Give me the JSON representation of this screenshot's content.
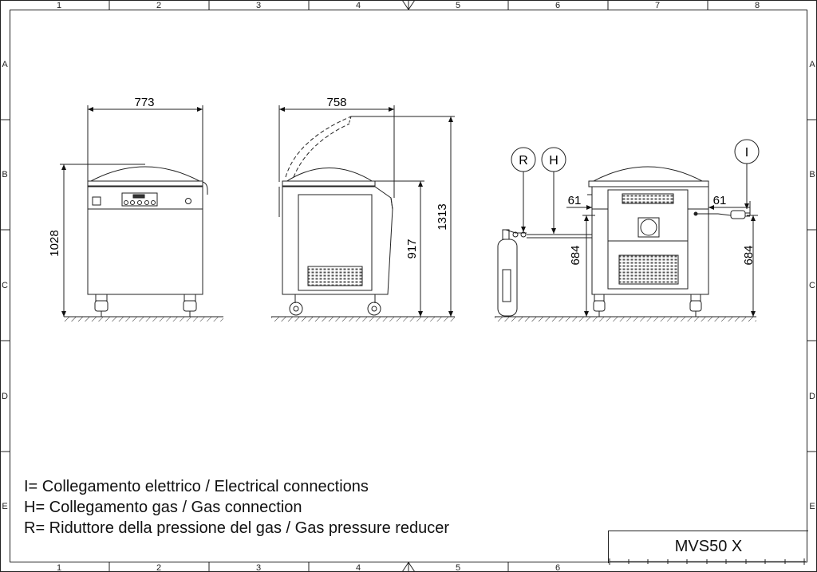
{
  "frame": {
    "columns": [
      "1",
      "2",
      "3",
      "4",
      "5",
      "6",
      "7",
      "8"
    ],
    "rows": [
      "A",
      "B",
      "C",
      "D",
      "E"
    ]
  },
  "views": {
    "front": {
      "width": "773",
      "height": "1028"
    },
    "side": {
      "width": "758",
      "height_closed": "917",
      "height_open": "1313"
    },
    "rear": {
      "offset_left": "61",
      "offset_right": "61",
      "height_left": "684",
      "height_right": "684",
      "callout_r": "R",
      "callout_h": "H",
      "callout_i": "I"
    }
  },
  "legend": [
    "I= Collegamento elettrico / Electrical connections",
    "H= Collegamento gas / Gas connection",
    "R= Riduttore della pressione del gas / Gas pressure reducer"
  ],
  "title_block": {
    "model": "MVS50 X"
  }
}
